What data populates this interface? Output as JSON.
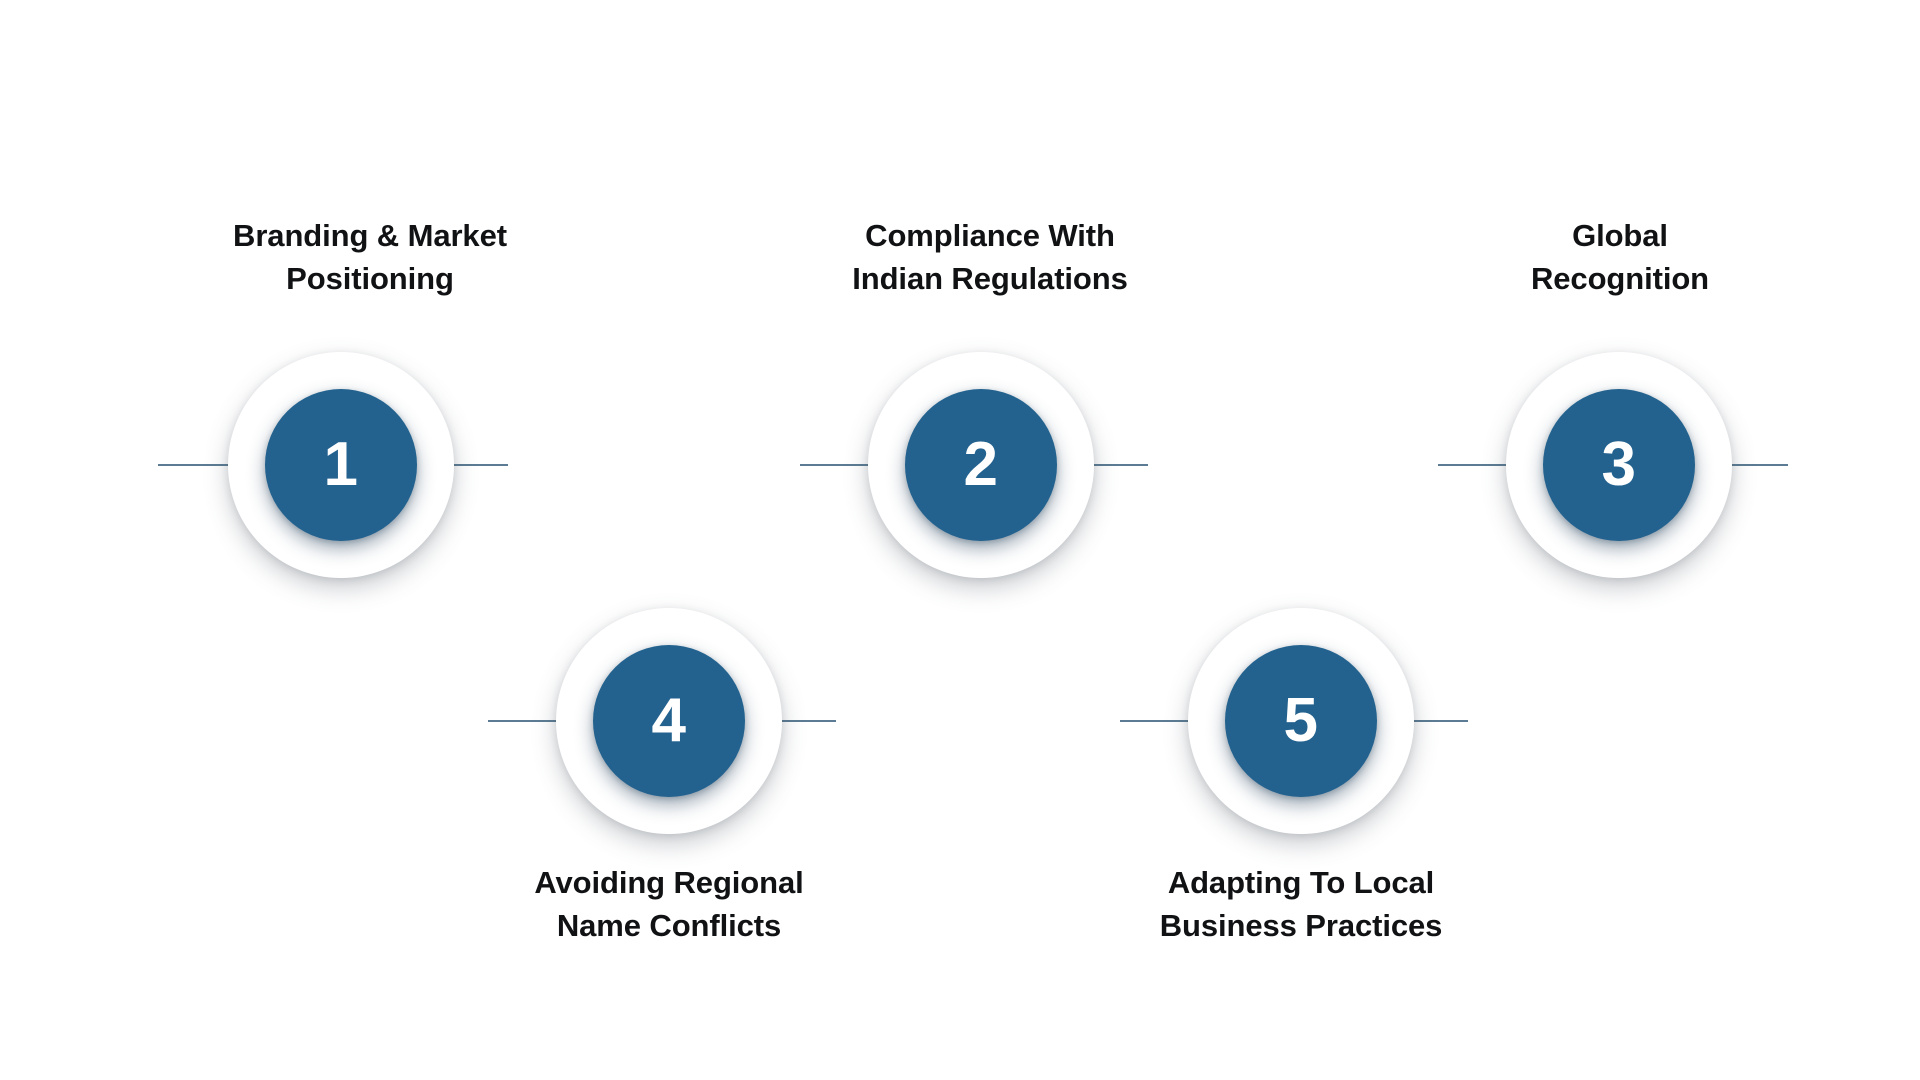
{
  "diagram": {
    "type": "numbered-step-infographic",
    "title_visible": false,
    "background_color": "#ffffff",
    "accent_color": "#23628F",
    "ring_color": "#ffffff",
    "connector_color": "#5b7c94",
    "label_color": "#111214",
    "step_count": 5,
    "layout": "staggered-two-row",
    "steps": [
      {
        "number": "1",
        "label_lines": [
          "Branding & Market",
          "Positioning"
        ],
        "label_text": "Branding & Market Positioning",
        "row": "top",
        "label_position": "above"
      },
      {
        "number": "2",
        "label_lines": [
          "Compliance With",
          "Indian Regulations"
        ],
        "label_text": "Compliance With Indian Regulations",
        "row": "top",
        "label_position": "above"
      },
      {
        "number": "3",
        "label_lines": [
          "Global",
          "Recognition"
        ],
        "label_text": "Global Recognition",
        "row": "top",
        "label_position": "above"
      },
      {
        "number": "4",
        "label_lines": [
          "Avoiding Regional",
          "Name Conflicts"
        ],
        "label_text": "Avoiding Regional Name Conflicts",
        "row": "bottom",
        "label_position": "below"
      },
      {
        "number": "5",
        "label_lines": [
          "Adapting To Local",
          "Business Practices"
        ],
        "label_text": "Adapting To Local Business Practices",
        "row": "bottom",
        "label_position": "below"
      }
    ]
  }
}
